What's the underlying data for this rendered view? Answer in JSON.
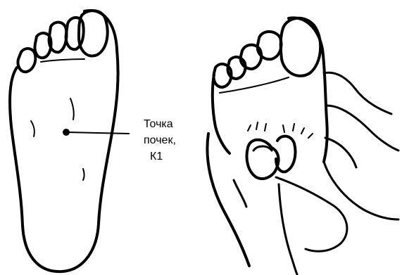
{
  "annotation": {
    "line1": "Точка",
    "line2": "почек,",
    "line3": "К1"
  },
  "ink_color": "#000000",
  "background_color": "#ffffff"
}
